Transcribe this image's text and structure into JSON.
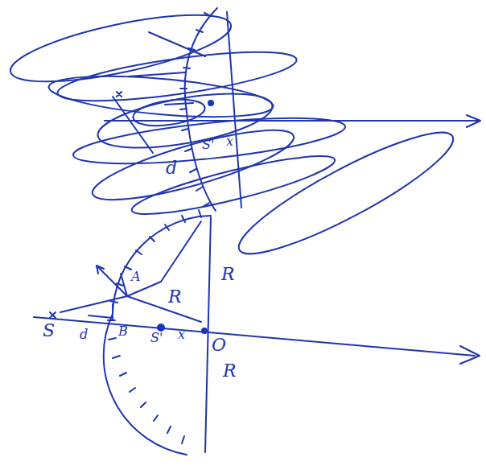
{
  "diagram": {
    "labels": [
      "d",
      "S'",
      "x",
      "R",
      "R",
      "S",
      "d",
      "B",
      "S'",
      "x",
      "O",
      "R",
      "A"
    ]
  }
}
